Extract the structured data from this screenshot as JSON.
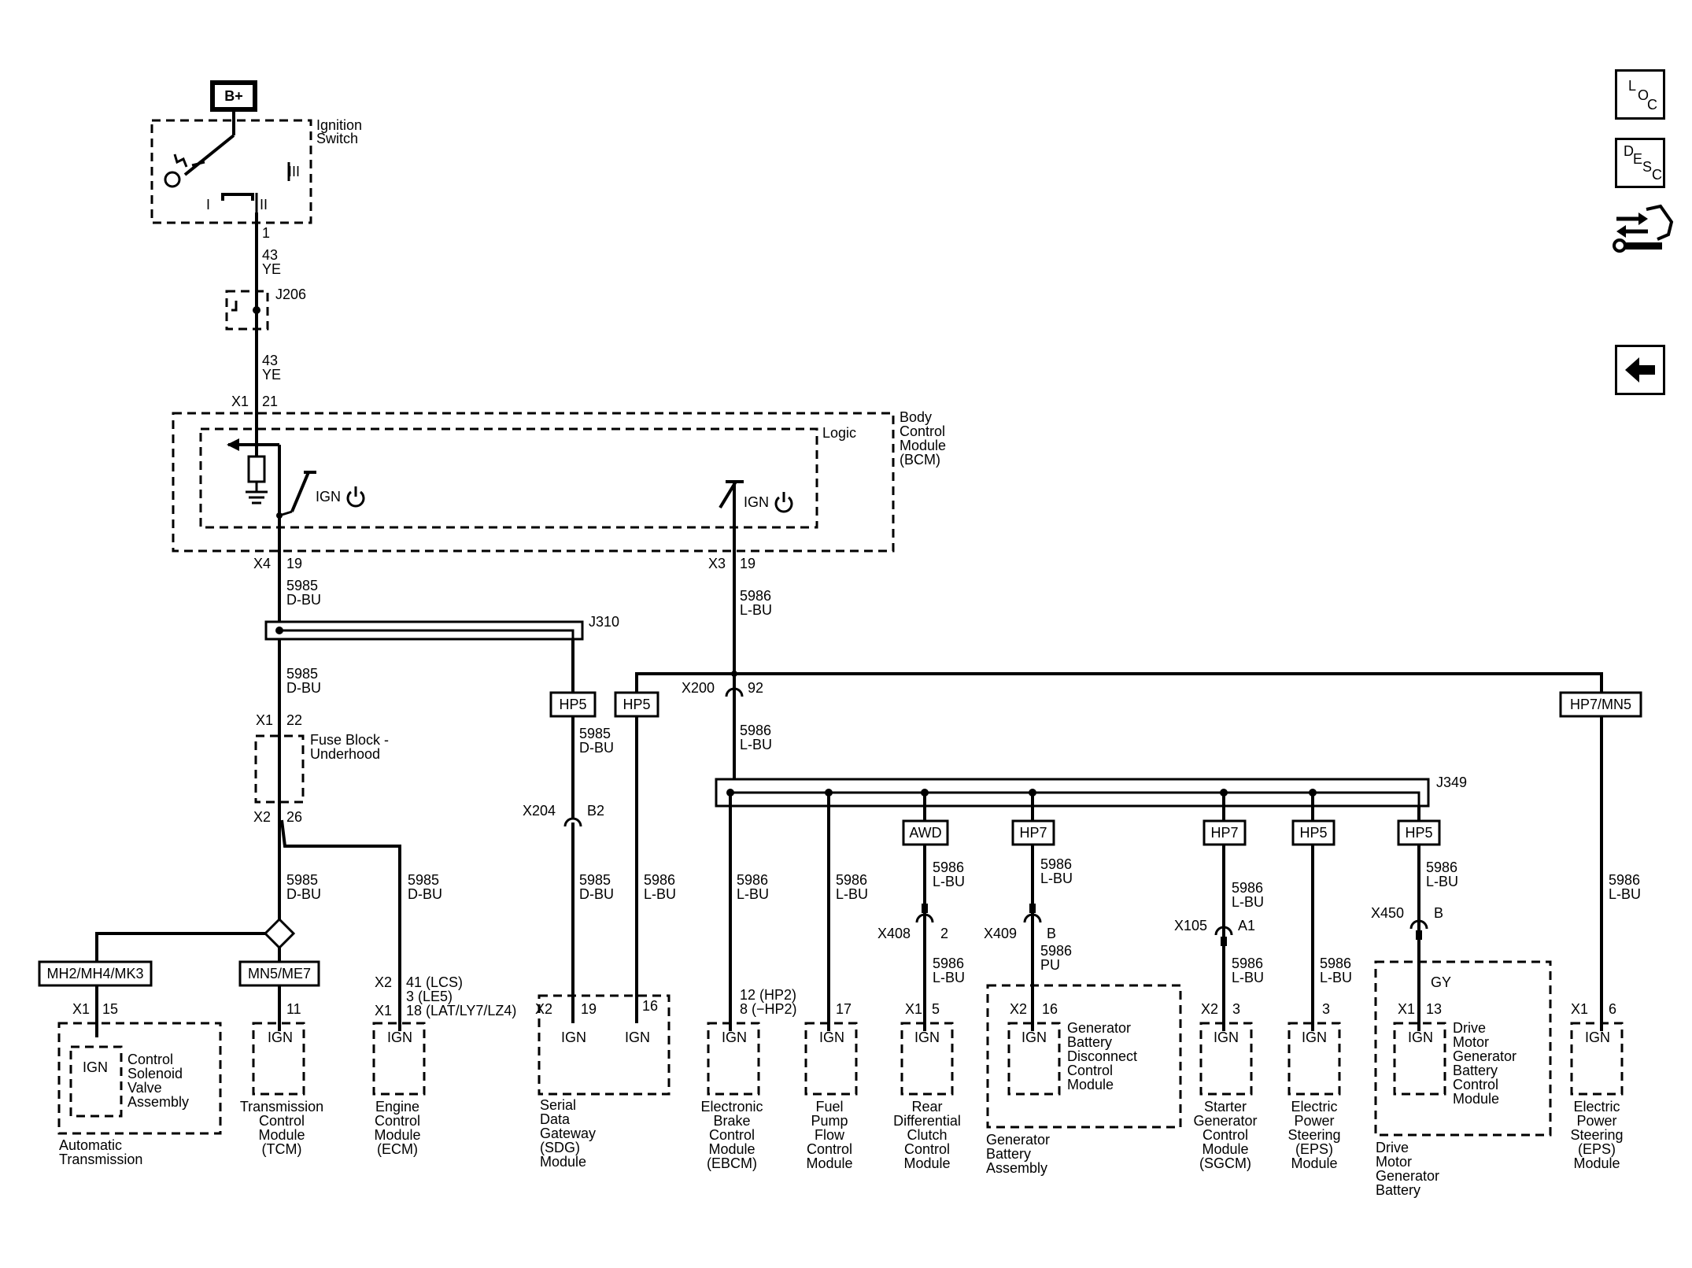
{
  "nav": {
    "loc": {
      "l1": "L",
      "l2": "O",
      "l3": "C"
    },
    "desc": {
      "l1": "D",
      "l2": "E",
      "l3": "S",
      "l4": "C"
    },
    "back_icon": "left-arrow-icon",
    "connector_icon": "connector-tool-icon"
  },
  "top": {
    "bplus": "B+",
    "ignition_switch": [
      "Ignition",
      "Switch"
    ],
    "pos_I": "I",
    "pos_II": "II",
    "pos_III": "III",
    "pin1": "1",
    "w43a": "43",
    "ye_a": "YE",
    "j206": "J206",
    "w43b": "43",
    "ye_b": "YE",
    "x1": "X1",
    "pin21": "21"
  },
  "bcm": {
    "name": [
      "Body",
      "Control",
      "Module",
      "(BCM)"
    ],
    "logic": "Logic",
    "ign1": "IGN",
    "ign2": "IGN",
    "x4": "X4",
    "pin19a": "19",
    "x3": "X3",
    "pin19b": "19"
  },
  "wires": {
    "w5985": "5985",
    "dbu": "D-BU",
    "w5986": "5986",
    "lbu": "L-BU",
    "pu": "PU",
    "gy": "GY"
  },
  "splices": {
    "j310": "J310",
    "j349": "J349"
  },
  "options": {
    "hp5": "HP5",
    "hp7": "HP7",
    "hp7mn5": "HP7/MN5",
    "awd": "AWD",
    "mh": "MH2/MH4/MK3",
    "mn5": "MN5/ME7"
  },
  "fuse": {
    "x1": "X1",
    "pin22": "22",
    "name": [
      "Fuse Block -",
      "Underhood"
    ],
    "x2": "X2",
    "pin26": "26"
  },
  "connectors": {
    "x200": "X200",
    "p92": "92",
    "x204": "X204",
    "b2": "B2",
    "x408": "X408",
    "p2": "2",
    "x409": "X409",
    "b": "B",
    "x105": "X105",
    "a1": "A1",
    "x450": "X450",
    "b450": "B"
  },
  "pins": {
    "x1": "X1",
    "x2": "X2",
    "p15": "15",
    "p11": "11",
    "ecm_a": "41 (LCS)",
    "ecm_b": "3 (LE5)",
    "ecm_c": "18 (LAT/LY7/LZ4)",
    "p19": "19",
    "p16": "16",
    "ebcm_a": "12 (HP2)",
    "ebcm_b": "8 (−HP2)",
    "p17": "17",
    "p5": "5",
    "p16b": "16",
    "p3": "3",
    "p3b": "3",
    "p13": "13",
    "p6": "6"
  },
  "modules": {
    "ign": "IGN",
    "csva": [
      "Control",
      "Solenoid",
      "Valve",
      "Assembly"
    ],
    "at": [
      "Automatic",
      "Transmission"
    ],
    "tcm": [
      "Transmission",
      "Control",
      "Module",
      "(TCM)"
    ],
    "ecm": [
      "Engine",
      "Control",
      "Module",
      "(ECM)"
    ],
    "sdg": [
      "Serial",
      "Data",
      "Gateway",
      "(SDG)",
      "Module"
    ],
    "ebcm": [
      "Electronic",
      "Brake",
      "Control",
      "Module",
      "(EBCM)"
    ],
    "fpfcm": [
      "Fuel",
      "Pump",
      "Flow",
      "Control",
      "Module"
    ],
    "rdccm": [
      "Rear",
      "Differential",
      "Clutch",
      "Control",
      "Module"
    ],
    "gbdcm": [
      "Generator",
      "Battery",
      "Disconnect",
      "Control",
      "Module"
    ],
    "gba": [
      "Generator",
      "Battery",
      "Assembly"
    ],
    "sgcm": [
      "Starter",
      "Generator",
      "Control",
      "Module",
      "(SGCM)"
    ],
    "eps1": [
      "Electric",
      "Power",
      "Steering",
      "(EPS)",
      "Module"
    ],
    "dmgbcm": [
      "Drive",
      "Motor",
      "Generator",
      "Battery",
      "Control",
      "Module"
    ],
    "dmgb": [
      "Drive",
      "Motor",
      "Generator",
      "Battery"
    ],
    "eps2": [
      "Electric",
      "Power",
      "Steering",
      "(EPS)",
      "Module"
    ]
  }
}
